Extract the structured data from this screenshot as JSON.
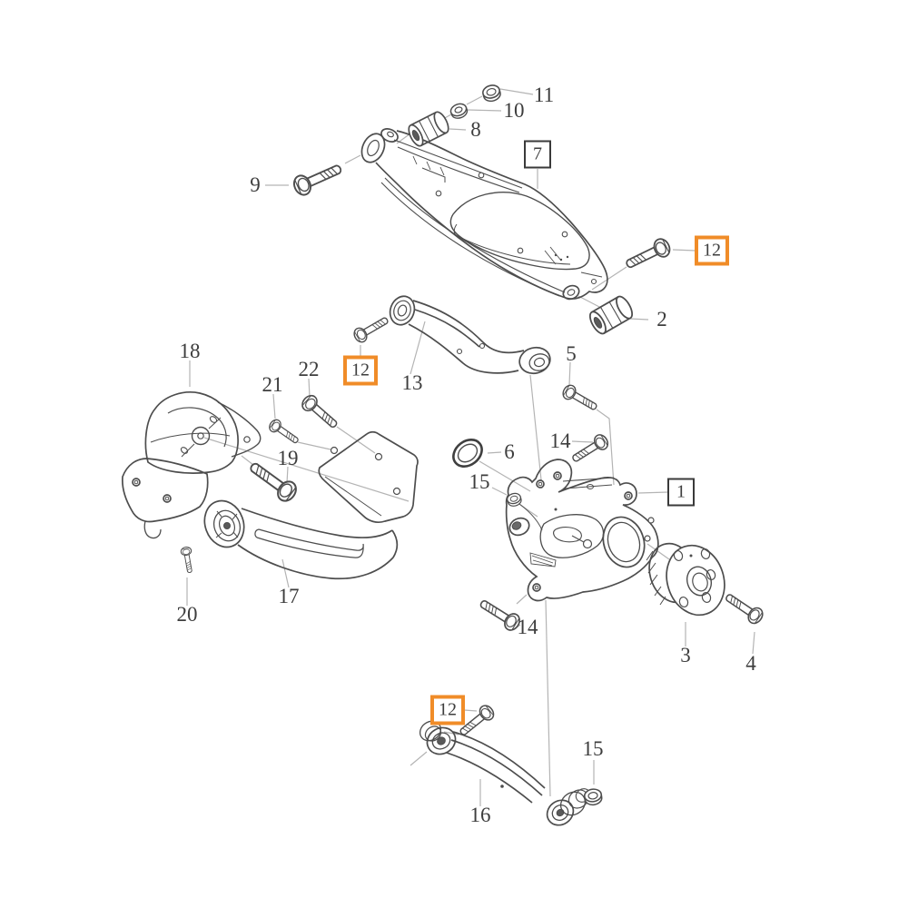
{
  "diagram": {
    "description_colors": {
      "accent_orange": "#F08C28",
      "box_border": "#3a3a3a",
      "line": "#4d4d4d",
      "leader": "#b4b4b4",
      "label_text": "#3d3d3d"
    },
    "callouts": [
      {
        "text": "9",
        "kind": "plain"
      },
      {
        "text": "11",
        "kind": "plain"
      },
      {
        "text": "10",
        "kind": "plain"
      },
      {
        "text": "8",
        "kind": "plain"
      },
      {
        "text": "7",
        "kind": "boxed"
      },
      {
        "text": "12",
        "kind": "orange"
      },
      {
        "text": "2",
        "kind": "plain"
      },
      {
        "text": "13",
        "kind": "plain"
      },
      {
        "text": "12",
        "kind": "orange"
      },
      {
        "text": "5",
        "kind": "plain"
      },
      {
        "text": "14",
        "kind": "plain"
      },
      {
        "text": "6",
        "kind": "plain"
      },
      {
        "text": "15",
        "kind": "plain"
      },
      {
        "text": "1",
        "kind": "boxed"
      },
      {
        "text": "18",
        "kind": "plain"
      },
      {
        "text": "22",
        "kind": "plain"
      },
      {
        "text": "21",
        "kind": "plain"
      },
      {
        "text": "19",
        "kind": "plain"
      },
      {
        "text": "17",
        "kind": "plain"
      },
      {
        "text": "20",
        "kind": "plain"
      },
      {
        "text": "3",
        "kind": "plain"
      },
      {
        "text": "4",
        "kind": "plain"
      },
      {
        "text": "14",
        "kind": "plain"
      },
      {
        "text": "12",
        "kind": "orange"
      },
      {
        "text": "15",
        "kind": "plain"
      },
      {
        "text": "16",
        "kind": "plain"
      }
    ]
  }
}
